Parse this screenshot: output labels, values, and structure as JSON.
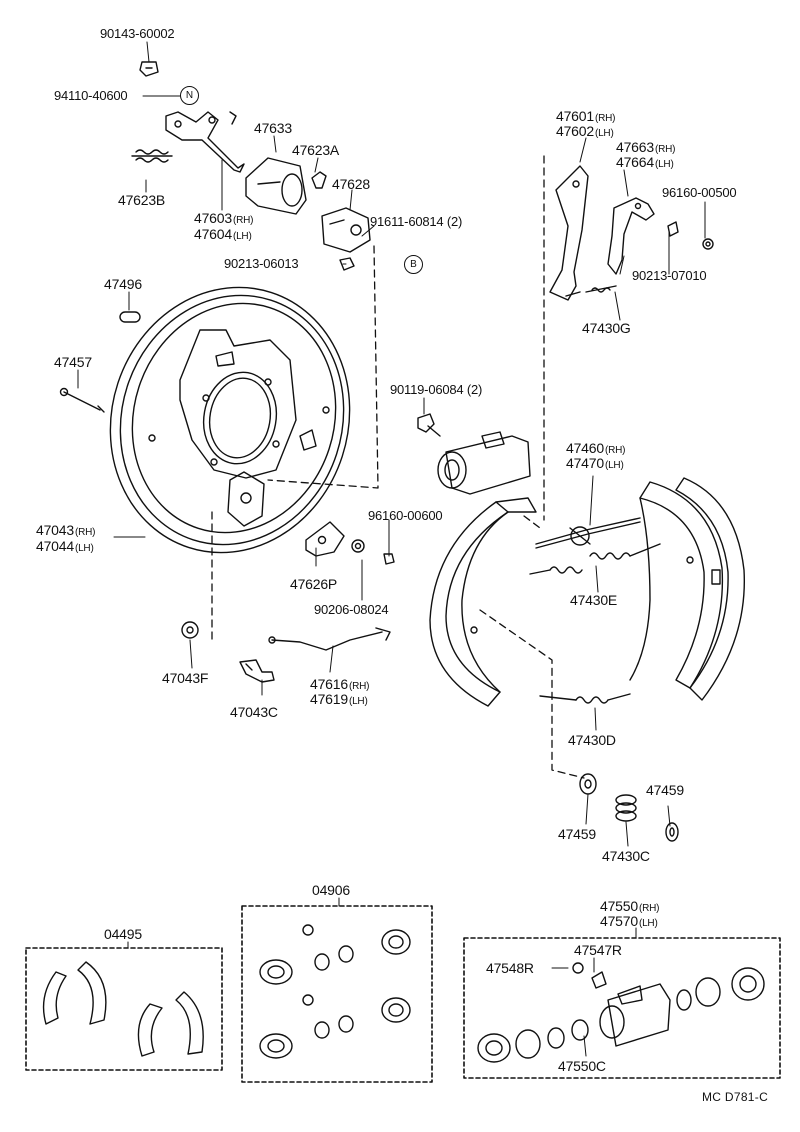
{
  "labels": {
    "p90143": "90143-60002",
    "p94110": "94110-40600",
    "p47623B": "47623B",
    "p47603": "47603",
    "p47604": "47604",
    "p47633": "47633",
    "p47623A": "47623A",
    "p47628": "47628",
    "p91611": "91611-60814 (2)",
    "p90213a": "90213-06013",
    "p47496": "47496",
    "p47457": "47457",
    "p47043": "47043",
    "p47044": "47044",
    "p47626P": "47626P",
    "p96160a": "96160-00600",
    "p90206": "90206-08024",
    "p47043F": "47043F",
    "p47043C": "47043C",
    "p47616": "47616",
    "p47619": "47619",
    "p90119": "90119-06084 (2)",
    "p47601": "47601",
    "p47602": "47602",
    "p47663": "47663",
    "p47664": "47664",
    "p96160b": "96160-00500",
    "p90213b": "90213-07010",
    "p47430G": "47430G",
    "p47460": "47460",
    "p47470": "47470",
    "p47430E": "47430E",
    "p47430D": "47430D",
    "p47459a": "47459",
    "p47459b": "47459",
    "p47430C": "47430C",
    "k04495": "04495",
    "k04906": "04906",
    "p47550": "47550",
    "p47570": "47570",
    "p47547R": "47547R",
    "p47548R": "47548R",
    "p47550C": "47550C"
  },
  "side": {
    "rh": "(RH)",
    "lh": "(LH)"
  },
  "markers": {
    "n": "N",
    "b": "B"
  },
  "footer": "MC  D781-C"
}
